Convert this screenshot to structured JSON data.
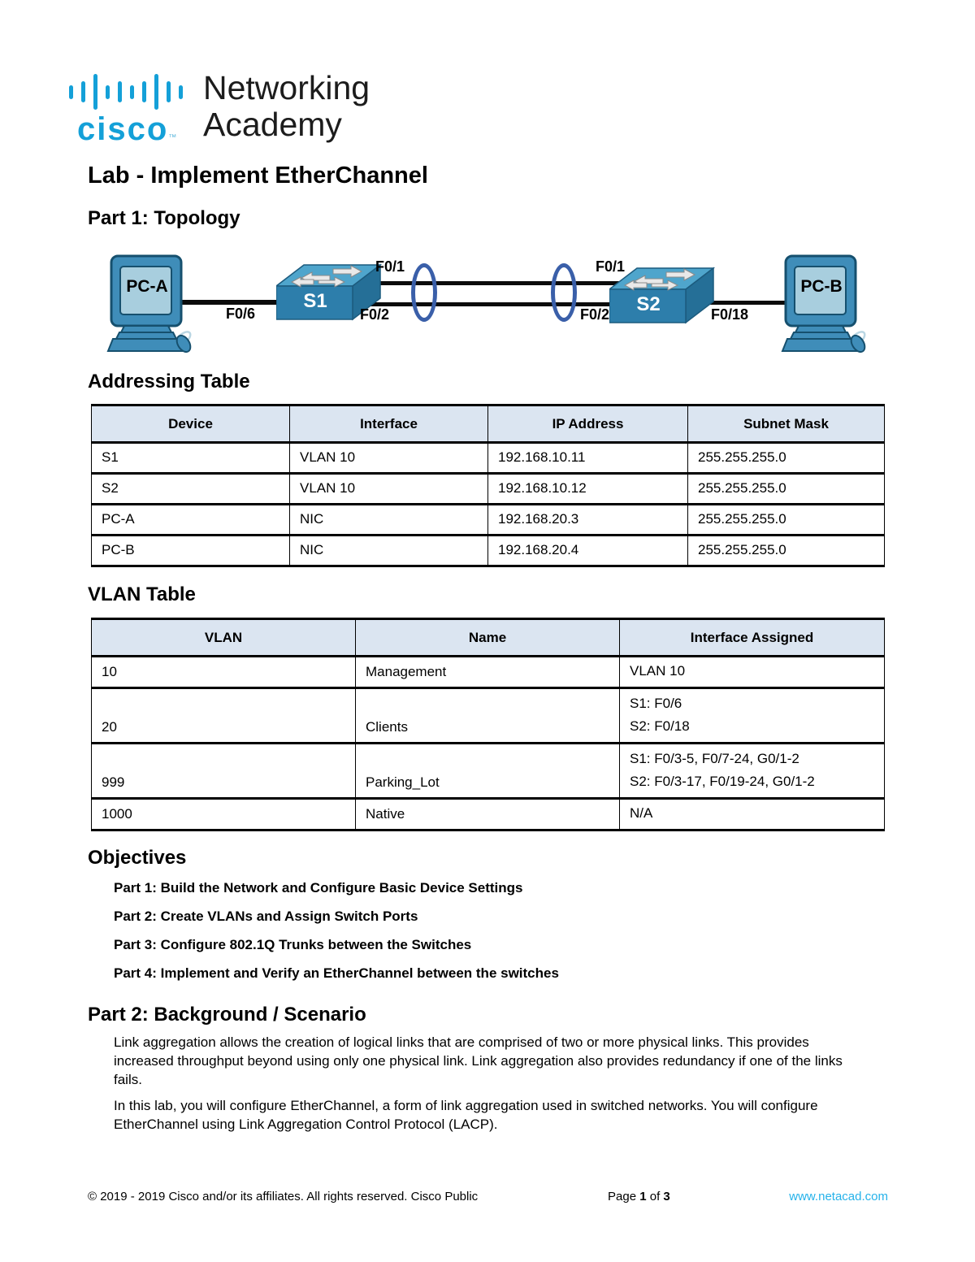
{
  "logo": {
    "brand": "cisco",
    "tm": "™",
    "line1": "Networking",
    "line2": "Academy"
  },
  "title": "Lab - Implement EtherChannel",
  "headings": {
    "topology": "Part 1: Topology",
    "addressing": "Addressing Table",
    "vlan": "VLAN Table",
    "objectives": "Objectives",
    "background": "Part 2: Background / Scenario"
  },
  "topology": {
    "devices": {
      "pc_a": "PC-A",
      "s1": "S1",
      "s2": "S2",
      "pc_b": "PC-B"
    },
    "labels": {
      "f0_6": "F0/6",
      "s1_f0_1": "F0/1",
      "s1_f0_2": "F0/2",
      "s2_f0_1": "F0/1",
      "s2_f0_2": "F0/2",
      "f0_18": "F0/18"
    }
  },
  "addressing_table": {
    "headers": [
      "Device",
      "Interface",
      "IP Address",
      "Subnet Mask"
    ],
    "rows": [
      [
        "S1",
        "VLAN 10",
        "192.168.10.11",
        "255.255.255.0"
      ],
      [
        "S2",
        "VLAN 10",
        "192.168.10.12",
        "255.255.255.0"
      ],
      [
        "PC-A",
        "NIC",
        "192.168.20.3",
        "255.255.255.0"
      ],
      [
        "PC-B",
        "NIC",
        "192.168.20.4",
        "255.255.255.0"
      ]
    ]
  },
  "vlan_table": {
    "headers": [
      "VLAN",
      "Name",
      "Interface Assigned"
    ],
    "rows": [
      {
        "vlan": "10",
        "name": "Management",
        "interfaces": [
          "VLAN 10"
        ]
      },
      {
        "vlan": "20",
        "name": "Clients",
        "interfaces": [
          "S1: F0/6",
          "S2: F0/18"
        ]
      },
      {
        "vlan": "999",
        "name": "Parking_Lot",
        "interfaces": [
          "S1: F0/3-5, F0/7-24, G0/1-2",
          "S2: F0/3-17, F0/19-24, G0/1-2"
        ]
      },
      {
        "vlan": "1000",
        "name": "Native",
        "interfaces": [
          "N/A"
        ]
      }
    ]
  },
  "objectives": [
    "Part 1: Build the Network and Configure Basic Device Settings",
    "Part 2: Create VLANs and Assign Switch Ports",
    "Part 3: Configure 802.1Q Trunks between the Switches",
    "Part 4: Implement and Verify an EtherChannel between the switches"
  ],
  "background": {
    "p1": "Link aggregation allows the creation of logical links that are comprised of two or more physical links. This provides increased throughput beyond using only one physical link. Link aggregation also provides redundancy if one of the links fails.",
    "p2": "In this lab, you will configure EtherChannel, a form of link aggregation used in switched networks. You will configure EtherChannel using Link Aggregation Control Protocol (LACP)."
  },
  "footer": {
    "copyright": "© 2019 - 2019 Cisco and/or its affiliates. All rights reserved. Cisco Public",
    "page_prefix": "Page",
    "page_current": "1",
    "page_of": "of",
    "page_total": "3",
    "site": "www.netacad.com"
  },
  "colors": {
    "cisco_blue": "#14a0d8",
    "link_blue": "#25b2ea",
    "table_header_bg": "#dbe5f1",
    "switch_front": "#2d7eab",
    "switch_top": "#4fa5cc",
    "pc_body": "#3f8db9",
    "pc_screen": "#a8cede",
    "bundle_ellipse": "#3a5fa9",
    "cable": "#0b0b0b"
  }
}
